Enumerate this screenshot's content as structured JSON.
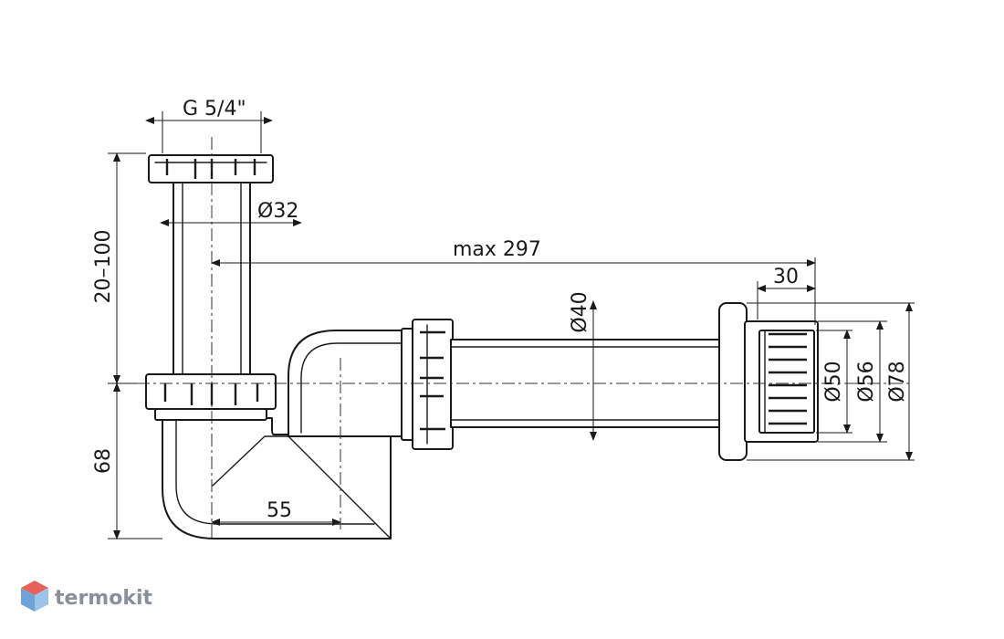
{
  "dimensions": {
    "thread": "G 5/4\"",
    "inlet_diameter": "Ø32",
    "height_range": "20–100",
    "lower_height": "68",
    "max_length": "max 297",
    "insert_depth": "30",
    "outlet_diameter": "Ø40",
    "cuff_d1": "Ø50",
    "cuff_d2": "Ø56",
    "cuff_d3": "Ø78",
    "offset": "55"
  },
  "brand": {
    "name": "termokit",
    "colors": {
      "top": "#e8605a",
      "left": "#6fa3d8",
      "right": "#9bc4ea"
    }
  }
}
